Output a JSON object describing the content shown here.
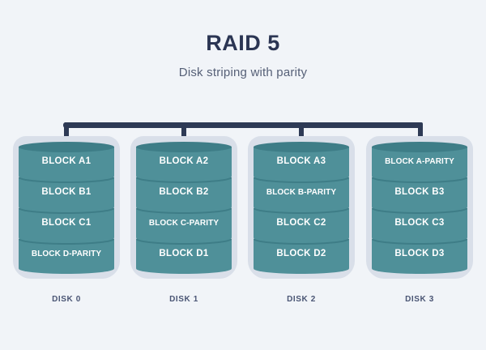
{
  "header": {
    "title": "RAID 5",
    "subtitle": "Disk striping with parity"
  },
  "colors": {
    "background": "#f1f4f8",
    "title_text": "#2b3553",
    "subtitle_text": "#566077",
    "bus": "#2e3a55",
    "disk_shell": "#d9dfe9",
    "cylinder_body": "#4f9099",
    "cylinder_cap": "#3e7d87",
    "block_text": "#ffffff",
    "disk_label_text": "#4a5574"
  },
  "diagram": {
    "type": "raid-layout",
    "disks": [
      {
        "name": "DISK 0",
        "blocks": [
          {
            "label": "BLOCK A1",
            "parity": false
          },
          {
            "label": "BLOCK B1",
            "parity": false
          },
          {
            "label": "BLOCK C1",
            "parity": false
          },
          {
            "label": "BLOCK D-PARITY",
            "parity": true
          }
        ]
      },
      {
        "name": "DISK 1",
        "blocks": [
          {
            "label": "BLOCK A2",
            "parity": false
          },
          {
            "label": "BLOCK B2",
            "parity": false
          },
          {
            "label": "BLOCK C-PARITY",
            "parity": true
          },
          {
            "label": "BLOCK D1",
            "parity": false
          }
        ]
      },
      {
        "name": "DISK 2",
        "blocks": [
          {
            "label": "BLOCK A3",
            "parity": false
          },
          {
            "label": "BLOCK B-PARITY",
            "parity": true
          },
          {
            "label": "BLOCK C2",
            "parity": false
          },
          {
            "label": "BLOCK D2",
            "parity": false
          }
        ]
      },
      {
        "name": "DISK 3",
        "blocks": [
          {
            "label": "BLOCK A-PARITY",
            "parity": true
          },
          {
            "label": "BLOCK B3",
            "parity": false
          },
          {
            "label": "BLOCK C3",
            "parity": false
          },
          {
            "label": "BLOCK D3",
            "parity": false
          }
        ]
      }
    ]
  }
}
